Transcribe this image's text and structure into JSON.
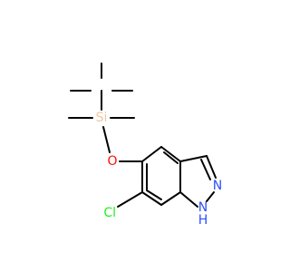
{
  "molecule": {
    "atoms": {
      "si": {
        "text": "Si"
      },
      "o": {
        "text": "O"
      },
      "cl": {
        "text": "Cl"
      },
      "n2": {
        "text": "N"
      },
      "n1": {
        "text": "N"
      },
      "h": {
        "text": "H"
      }
    }
  },
  "colors": {
    "bond": "#000000",
    "Si": "#F0C8A0",
    "O": "#FF0D0D",
    "Cl": "#1FF01F",
    "N": "#3050F8"
  }
}
